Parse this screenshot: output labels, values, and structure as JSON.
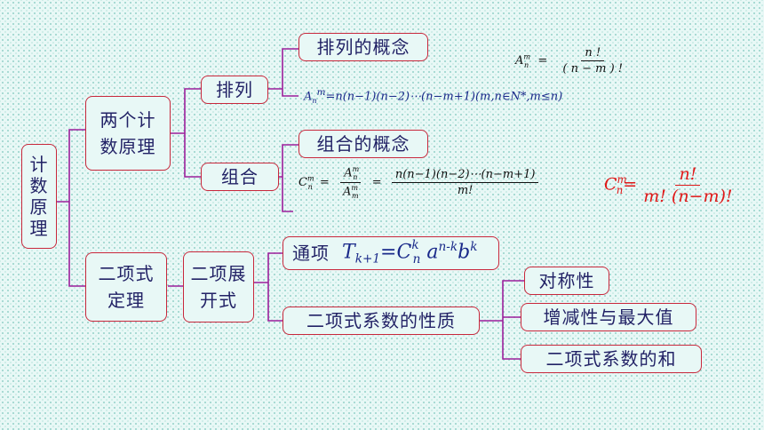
{
  "nodes": {
    "root": "计\n数\n原\n理",
    "two_counting_principles": "两个计\n数原理",
    "binomial_theorem": "二项式\n定理",
    "permutation": "排列",
    "combination": "组合",
    "binomial_expansion": "二项展\n开式",
    "permutation_concept": "排列的概念",
    "combination_concept": "组合的概念",
    "general_term_label": "通项",
    "coefficient_properties": "二项式系数的性质",
    "symmetry": "对称性",
    "monotonicity_max": "增减性与最大值",
    "coefficient_sum": "二项式系数的和"
  },
  "formulas": {
    "perm_frac_num": "n !",
    "perm_frac_den": "( n − m ) !",
    "perm_product": "=n(n−1)(n−2)⋯(n−m+1)(m,n∈N*,m≤n)",
    "comb_frac2_num": "n(n−1)(n−2)⋯(n−m+1)",
    "comb_frac2_den": "m!",
    "comb_red_num": "n!",
    "comb_red_den": "m! (n−m)!",
    "general_term_rest": "a",
    "general_term_exp1": "n-k",
    "general_term_b": "b",
    "general_term_exp2": "k"
  },
  "colors": {
    "box_border": "#c8283c",
    "connector": "#9b1f9b",
    "formula_blue": "#1a2a8a",
    "formula_red": "#e01818"
  }
}
